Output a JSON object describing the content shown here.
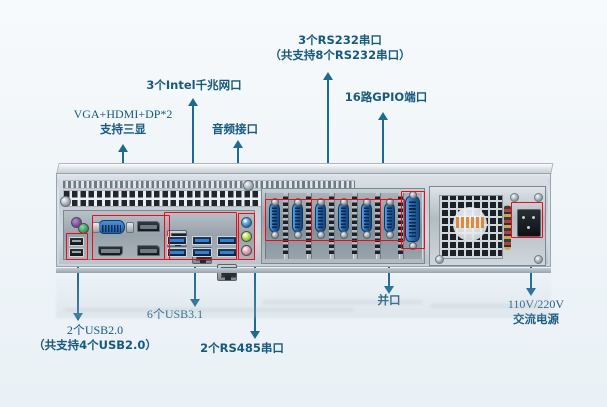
{
  "meta": {
    "title": "2U 机架式工控服务器背板接口示意图",
    "background_color": "#f2f6f9",
    "label_color": "#18597f",
    "highlight_color": "#ee0a18",
    "leader_color": "#1f6a92"
  },
  "annotations": [
    {
      "id": "display-ports",
      "name": "vga-hdmi-dp-label",
      "lines": [
        "VGA+HDMI+DP*2",
        "支持三显"
      ],
      "arrow": "up",
      "target_port": "VGA / HDMI / DisplayPort x2"
    },
    {
      "id": "lan-ports",
      "name": "intel-lan-label",
      "lines": [
        "3个Intel千兆网口"
      ],
      "arrow": "up",
      "target_port": "3 x Intel Gigabit RJ45"
    },
    {
      "id": "audio-ports",
      "name": "audio-jack-label",
      "lines": [
        "音频接口"
      ],
      "arrow": "up",
      "target_port": "3 x 3.5mm audio jacks"
    },
    {
      "id": "rs232-ports",
      "name": "rs232-label",
      "lines": [
        "3个RS232串口",
        "（共支持8个RS232串口）"
      ],
      "arrow": "up",
      "target_port": "3 x DB9 RS232"
    },
    {
      "id": "gpio-port",
      "name": "gpio-label",
      "lines": [
        "16路GPIO端口"
      ],
      "arrow": "up",
      "target_port": "1 x DB9 GPIO"
    },
    {
      "id": "usb2-ports",
      "name": "usb2-label",
      "lines": [
        "2个USB2.0",
        "（共支持4个USB2.0）"
      ],
      "arrow": "down",
      "target_port": "2 x USB 2.0"
    },
    {
      "id": "usb3-ports",
      "name": "usb3-label",
      "lines": [
        "6个USB3.1"
      ],
      "arrow": "down",
      "target_port": "6 x USB 3.1"
    },
    {
      "id": "rs485-ports",
      "name": "rs485-label",
      "lines": [
        "2个RS485串口"
      ],
      "arrow": "down",
      "target_port": "2 x DB9 RS485"
    },
    {
      "id": "parallel-port",
      "name": "parallel-port-label",
      "lines": [
        "并口"
      ],
      "arrow": "down",
      "target_port": "1 x DB25 parallel"
    },
    {
      "id": "power-input",
      "name": "power-input-label",
      "lines": [
        "110V/220V",
        "交流电源"
      ],
      "arrow": "down",
      "target_port": "IEC C14 AC inlet"
    }
  ],
  "chassis": {
    "name": "2u-rackmount-server-rear",
    "io_panel": {
      "ps2_combo": "PS/2 combo",
      "usb2": "USB 2.0 x2",
      "vga": "VGA D-Sub 15",
      "dp": "DisplayPort x2",
      "hdmi": "HDMI",
      "lan": "RJ45 x3",
      "usb3": "USB 3.1 x6",
      "audio": [
        "line-in",
        "line-out",
        "mic-in"
      ]
    },
    "expansion_slots": {
      "db9_count": 6,
      "db25_count": 1
    },
    "psu": {
      "fan": "80mm exhaust fan grille",
      "inlet": "IEC C14"
    }
  }
}
